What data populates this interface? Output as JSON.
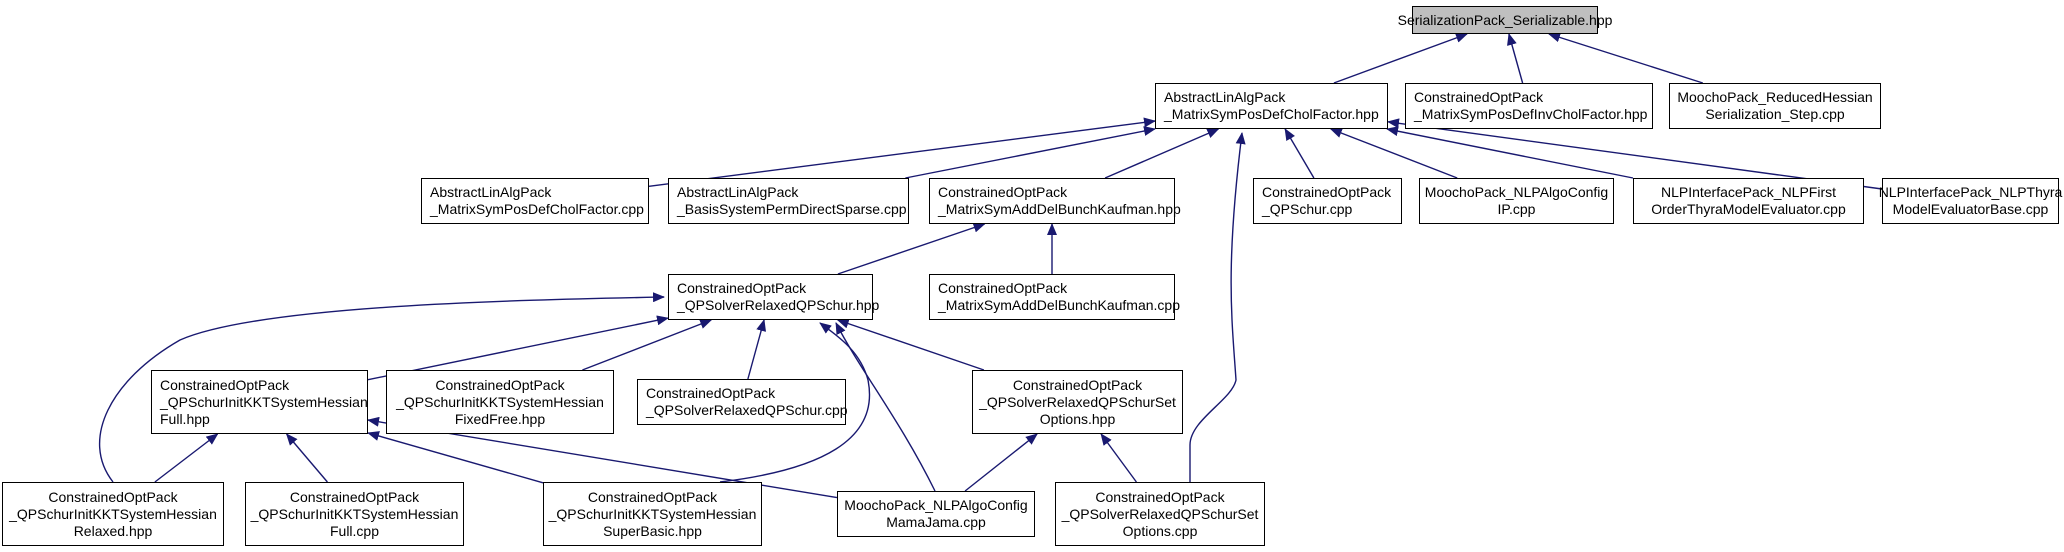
{
  "nodes": {
    "serializable": [
      "SerializationPack_Serializable.hpp"
    ],
    "symposdef_hpp": [
      "AbstractLinAlgPack",
      "_MatrixSymPosDefCholFactor.hpp"
    ],
    "posdefinv_hpp": [
      "ConstrainedOptPack",
      "_MatrixSymPosDefInvCholFactor.hpp"
    ],
    "reducedhessian_cpp": [
      "MoochoPack_ReducedHessian",
      "Serialization_Step.cpp"
    ],
    "symposdef_cpp": [
      "AbstractLinAlgPack",
      "_MatrixSymPosDefCholFactor.cpp"
    ],
    "basissystem_cpp": [
      "AbstractLinAlgPack",
      "_BasisSystemPermDirectSparse.cpp"
    ],
    "bunchkaufman_hpp": [
      "ConstrainedOptPack",
      "_MatrixSymAddDelBunchKaufman.hpp"
    ],
    "qpschur_cpp": [
      "ConstrainedOptPack",
      "_QPSchur.cpp"
    ],
    "nlpalgoconfig_ip": [
      "MoochoPack_NLPAlgoConfig",
      "IP.cpp"
    ],
    "nlpfirst": [
      "NLPInterfacePack_NLPFirst",
      "OrderThyraModelEvaluator.cpp"
    ],
    "nlpthyra": [
      "NLPInterfacePack_NLPThyra",
      "ModelEvaluatorBase.cpp"
    ],
    "relaxedqpschur_hpp": [
      "ConstrainedOptPack",
      "_QPSolverRelaxedQPSchur.hpp"
    ],
    "bunchkaufman_cpp": [
      "ConstrainedOptPack",
      "_MatrixSymAddDelBunchKaufman.cpp"
    ],
    "kktfull_hpp": [
      "ConstrainedOptPack",
      "_QPSchurInitKKTSystemHessian",
      "Full.hpp"
    ],
    "kktfixedfree_hpp": [
      "ConstrainedOptPack",
      "_QPSchurInitKKTSystemHessian",
      "FixedFree.hpp"
    ],
    "relaxedqpschur_cpp": [
      "ConstrainedOptPack",
      "_QPSolverRelaxedQPSchur.cpp"
    ],
    "relaxedset_hpp": [
      "ConstrainedOptPack",
      "_QPSolverRelaxedQPSchurSet",
      "Options.hpp"
    ],
    "kktrelaxed_hpp": [
      "ConstrainedOptPack",
      "_QPSchurInitKKTSystemHessian",
      "Relaxed.hpp"
    ],
    "kktfull_cpp": [
      "ConstrainedOptPack",
      "_QPSchurInitKKTSystemHessian",
      "Full.cpp"
    ],
    "kktsuperbasic_hpp": [
      "ConstrainedOptPack",
      "_QPSchurInitKKTSystemHessian",
      "SuperBasic.hpp"
    ],
    "mamajama_cpp": [
      "MoochoPack_NLPAlgoConfig",
      "MamaJama.cpp"
    ],
    "relaxedset_cpp": [
      "ConstrainedOptPack",
      "_QPSolverRelaxedQPSchurSet",
      "Options.cpp"
    ]
  },
  "edges": [
    [
      "symposdef_hpp",
      "serializable"
    ],
    [
      "posdefinv_hpp",
      "serializable"
    ],
    [
      "reducedhessian_cpp",
      "serializable"
    ],
    [
      "symposdef_cpp",
      "symposdef_hpp"
    ],
    [
      "basissystem_cpp",
      "symposdef_hpp"
    ],
    [
      "bunchkaufman_hpp",
      "symposdef_hpp"
    ],
    [
      "qpschur_cpp",
      "symposdef_hpp"
    ],
    [
      "nlpalgoconfig_ip",
      "symposdef_hpp"
    ],
    [
      "nlpfirst",
      "symposdef_hpp"
    ],
    [
      "nlpthyra",
      "symposdef_hpp"
    ],
    [
      "mamajama_cpp",
      "symposdef_hpp"
    ],
    [
      "relaxedqpschur_hpp",
      "bunchkaufman_hpp"
    ],
    [
      "bunchkaufman_cpp",
      "bunchkaufman_hpp"
    ],
    [
      "kktrelaxed_hpp",
      "relaxedqpschur_hpp"
    ],
    [
      "kktfull_hpp",
      "relaxedqpschur_hpp"
    ],
    [
      "kktfixedfree_hpp",
      "relaxedqpschur_hpp"
    ],
    [
      "relaxedqpschur_cpp",
      "relaxedqpschur_hpp"
    ],
    [
      "kktsuperbasic_hpp",
      "relaxedqpschur_hpp"
    ],
    [
      "mamajama_cpp",
      "relaxedqpschur_hpp"
    ],
    [
      "relaxedset_hpp",
      "relaxedqpschur_hpp"
    ],
    [
      "kktrelaxed_hpp",
      "kktfull_hpp"
    ],
    [
      "kktfull_cpp",
      "kktfull_hpp"
    ],
    [
      "kktsuperbasic_hpp",
      "kktfull_hpp"
    ],
    [
      "mamajama_cpp",
      "kktfull_hpp"
    ],
    [
      "mamajama_cpp",
      "relaxedset_hpp"
    ],
    [
      "relaxedset_cpp",
      "relaxedset_hpp"
    ]
  ],
  "colors": {
    "edge": "#191970",
    "border": "#000000",
    "root_fill": "#bfbfbf",
    "node_fill": "#ffffff"
  }
}
